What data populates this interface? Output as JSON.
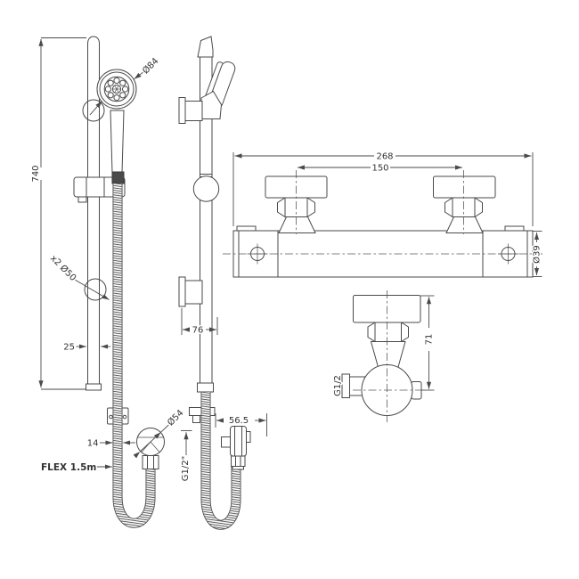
{
  "page": {
    "background": "#ffffff",
    "line_color": "#4a4a4a",
    "description_labels_only": true
  },
  "views": {
    "rail_front": {
      "dims": {
        "height": "740",
        "handset_diameter": "Ø84",
        "wall_brackets": "x2 Ø50",
        "rail_diameter": "25",
        "hose_diameter": "14",
        "hose": "FLEX 1.5m",
        "outlet_diameter": "Ø54",
        "outlet_thread": "G1/2\""
      }
    },
    "rail_side": {
      "dims": {
        "bracket_depth": "76",
        "outlet_projection": "56.5"
      }
    },
    "valve_front": {
      "dims": {
        "overall_width": "268",
        "inlet_centres": "150",
        "body_diameter": "Ø39"
      }
    },
    "valve_side": {
      "dims": {
        "depth": "71",
        "inlet_thread": "G1/2"
      }
    }
  }
}
